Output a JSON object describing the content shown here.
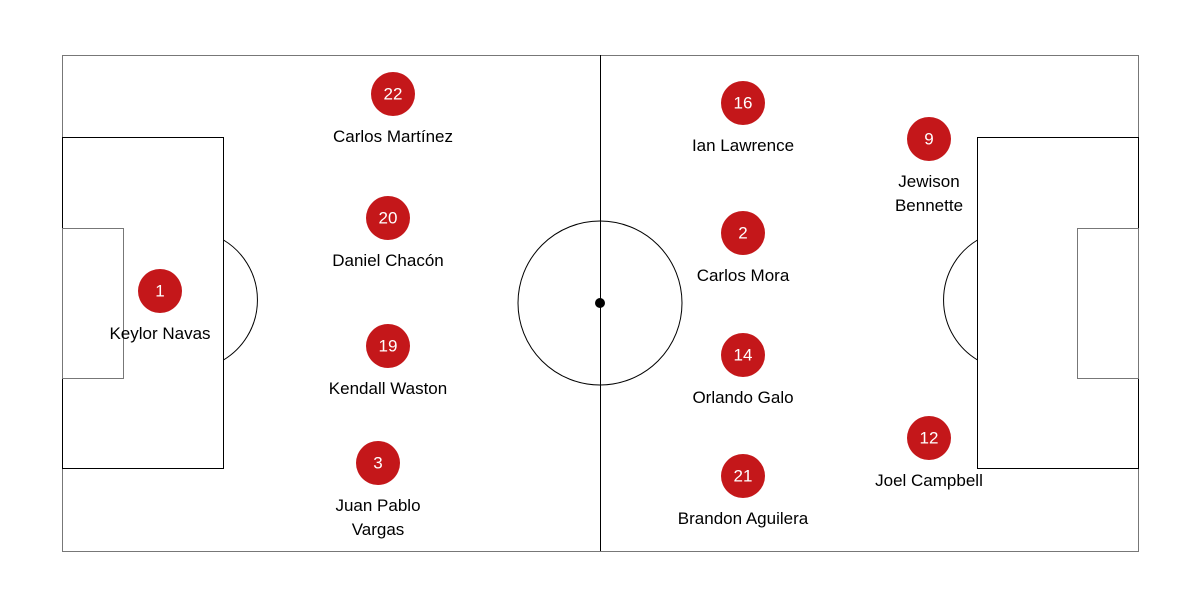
{
  "colors": {
    "player_marker": "#c4171a",
    "lines": "#000000",
    "background": "#ffffff"
  },
  "players": [
    {
      "number": "1",
      "name": [
        "Keylor Navas"
      ]
    },
    {
      "number": "22",
      "name": [
        "Carlos Martínez"
      ]
    },
    {
      "number": "20",
      "name": [
        "Daniel Chacón"
      ]
    },
    {
      "number": "19",
      "name": [
        "Kendall Waston"
      ]
    },
    {
      "number": "3",
      "name": [
        "Juan Pablo",
        "Vargas"
      ]
    },
    {
      "number": "16",
      "name": [
        "Ian Lawrence"
      ]
    },
    {
      "number": "2",
      "name": [
        "Carlos Mora"
      ]
    },
    {
      "number": "14",
      "name": [
        "Orlando Galo"
      ]
    },
    {
      "number": "21",
      "name": [
        "Brandon Aguilera"
      ]
    },
    {
      "number": "9",
      "name": [
        "Jewison",
        "Bennette"
      ]
    },
    {
      "number": "12",
      "name": [
        "Joel Campbell"
      ]
    }
  ]
}
